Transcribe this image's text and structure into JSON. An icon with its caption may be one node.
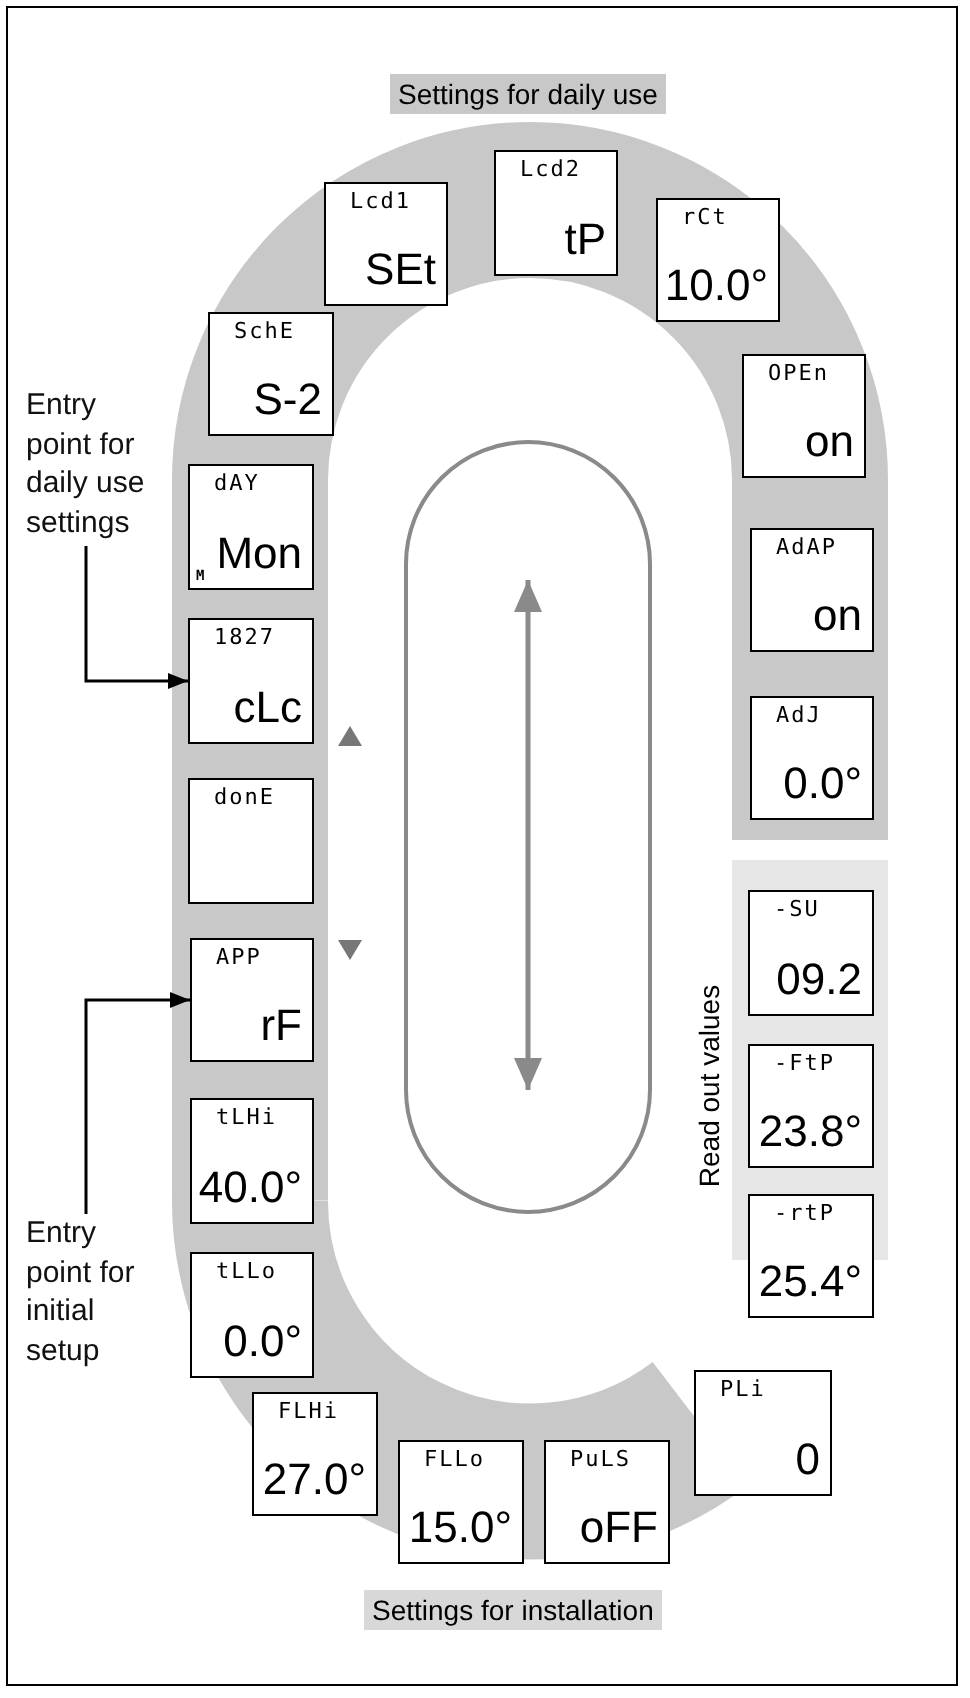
{
  "diagram": {
    "nodes": [
      {
        "text": [
          "Entry point for daily use settings"
        ]
      },
      {
        "text": [
          "SchE",
          "S-2"
        ]
      },
      {
        "text": [
          "Lcd1",
          "SEt"
        ]
      },
      {
        "text": [
          "Lcd2",
          "tP"
        ]
      },
      {
        "text": [
          "rCt",
          "10.0°"
        ]
      },
      {
        "text": [
          "OPEn",
          "on"
        ]
      },
      {
        "text": [
          "AdAP",
          "on"
        ]
      },
      {
        "text": [
          "AdJ",
          "0.0°"
        ]
      },
      {
        "text": [
          "dAY",
          "Mon",
          "M"
        ]
      },
      {
        "text": [
          "1827",
          "cLc"
        ]
      },
      {
        "text": [
          "donE"
        ]
      },
      {
        "text": [
          "APP",
          "rF"
        ]
      },
      {
        "text": [
          "-SU",
          "09.2"
        ]
      },
      {
        "text": [
          "tLHi",
          "40.0°"
        ]
      },
      {
        "text": [
          "-FtP",
          "23.8°"
        ]
      },
      {
        "text": [
          "-rtP",
          "25.4°"
        ]
      },
      {
        "text": [
          "Entry point for initial setup"
        ]
      },
      {
        "text": [
          "tLLo",
          "0.0°"
        ]
      },
      {
        "text": [
          "PLi",
          "0"
        ]
      },
      {
        "text": [
          "FLHi",
          "27.0°"
        ]
      },
      {
        "text": [
          "FLLo",
          "15.0°"
        ]
      },
      {
        "text": [
          "PuLS",
          "oFF"
        ]
      }
    ],
    "edges": [
      {
        "from": 0,
        "to": 9,
        "arrow": "to"
      },
      {
        "from": 16,
        "to": 11,
        "arrow": "to"
      }
    ],
    "labels": [
      "Settings for daily use",
      "Read out values",
      "Settings for installation"
    ]
  }
}
